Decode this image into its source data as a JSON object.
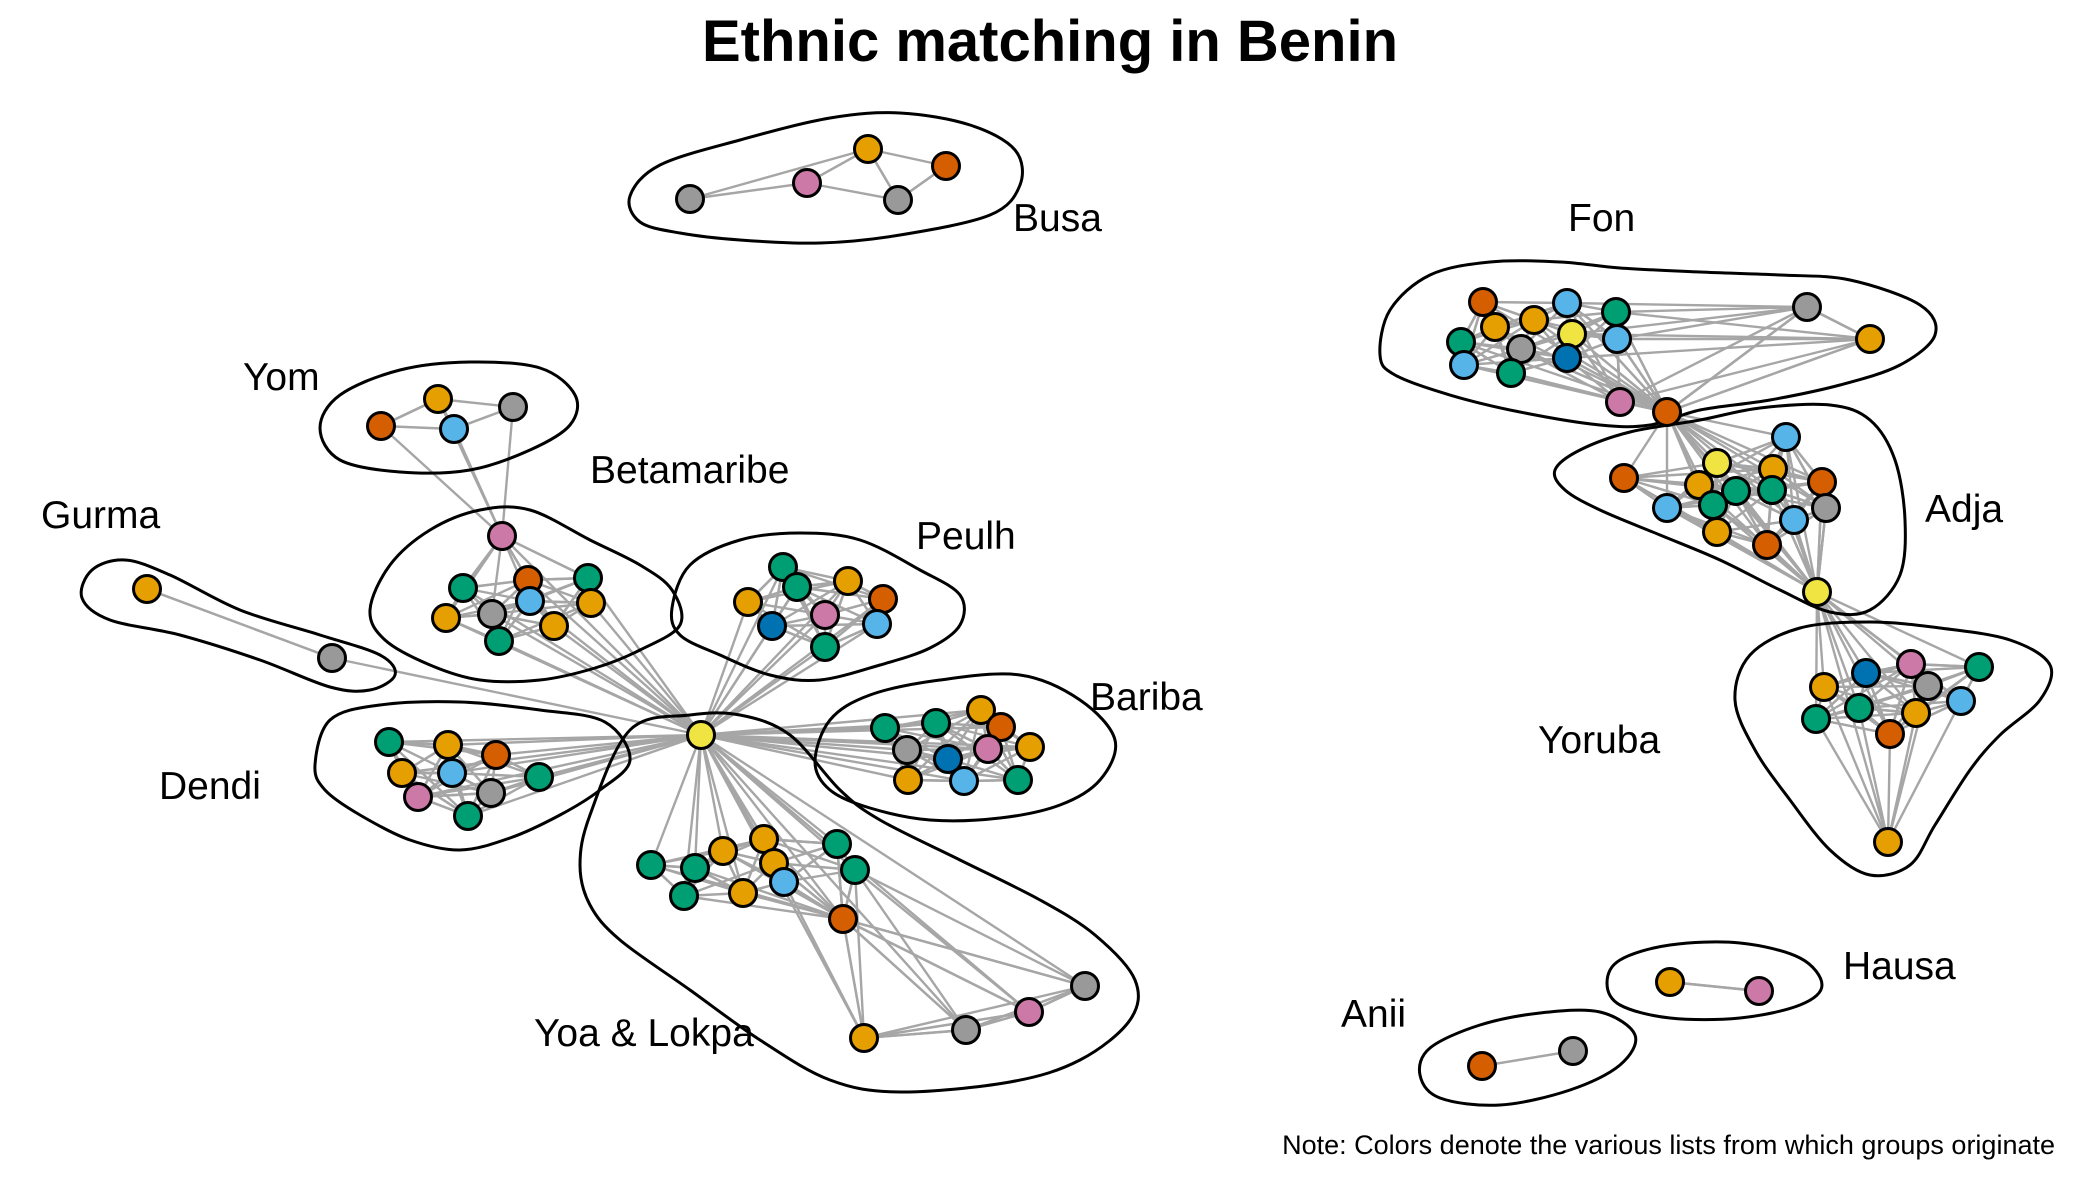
{
  "title": "Ethnic matching in Benin",
  "note": "Note: Colors denote the various lists from which groups originate",
  "colors": {
    "gray": "#999999",
    "orange": "#E69F00",
    "skyblue": "#56B4E9",
    "green": "#009E73",
    "yellow": "#F0E442",
    "blue": "#0072B2",
    "vermillion": "#D55E00",
    "pink": "#CC79A7"
  },
  "groups": [
    {
      "id": "busa",
      "label": "Busa"
    },
    {
      "id": "yom",
      "label": "Yom"
    },
    {
      "id": "betamaribe",
      "label": "Betamaribe"
    },
    {
      "id": "gurma",
      "label": "Gurma"
    },
    {
      "id": "peulh",
      "label": "Peulh"
    },
    {
      "id": "bariba",
      "label": "Bariba"
    },
    {
      "id": "dendi",
      "label": "Dendi"
    },
    {
      "id": "yoa",
      "label": "Yoa & Lokpa"
    },
    {
      "id": "fon",
      "label": "Fon"
    },
    {
      "id": "adja",
      "label": "Adja"
    },
    {
      "id": "yoruba",
      "label": "Yoruba"
    },
    {
      "id": "hausa",
      "label": "Hausa"
    },
    {
      "id": "anii",
      "label": "Anii"
    }
  ]
}
